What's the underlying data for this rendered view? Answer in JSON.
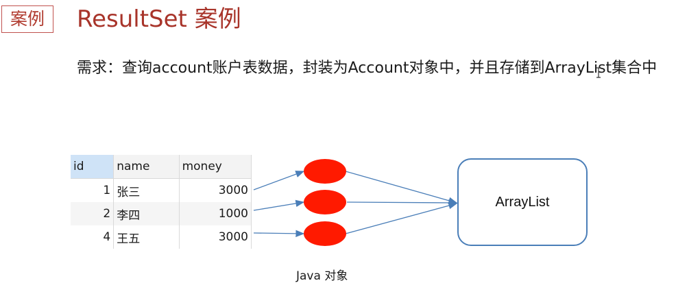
{
  "badge": "案例",
  "title": "ResultSet 案例",
  "requirement": "需求：查询account账户表数据，封装为Account对象中，并且存储到ArrayList集合中",
  "table": {
    "columns": [
      "id",
      "name",
      "money"
    ],
    "rows": [
      {
        "id": "1",
        "name": "张三",
        "money": "3000"
      },
      {
        "id": "2",
        "name": "李四",
        "money": "1000"
      },
      {
        "id": "4",
        "name": "王五",
        "money": "3000"
      }
    ]
  },
  "diagram": {
    "object_color": "#ff1a00",
    "arrow_color": "#4a7eb8",
    "container_label": "ArrayList",
    "caption": "Java 对象"
  }
}
